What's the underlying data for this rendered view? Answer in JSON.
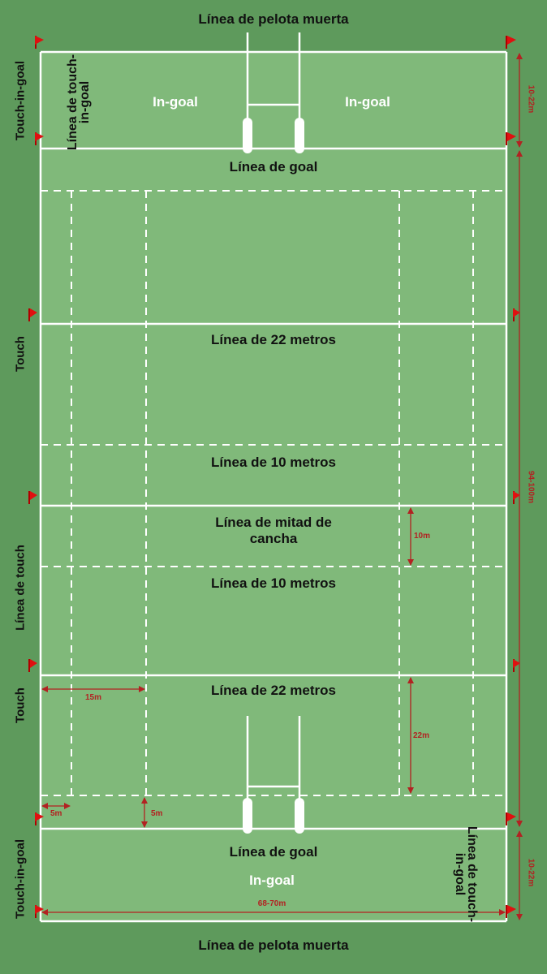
{
  "field": {
    "dead_ball_line": "Línea de pelota muerta",
    "goal_line": "Línea de goal",
    "in_goal": "In-goal",
    "line_22": "Línea de 22 metros",
    "line_10": "Línea de 10 metros",
    "halfway_line": "Línea de mitad de cancha",
    "touch_in_goal_line": "Línea de touch-in-goal",
    "touch_in_goal": "Touch-in-goal",
    "touch": "Touch",
    "touch_line": "Línea de touch"
  },
  "measurements": {
    "in_goal_depth": "10-22m",
    "field_length": "94-100m",
    "width": "68-70m",
    "halfway_to_10": "10m",
    "m15": "15m",
    "m22": "22m",
    "m5_a": "5m",
    "m5_b": "5m"
  },
  "colors": {
    "surround": "#5e9a5c",
    "field": "#80b97a",
    "lines": "#ffffff",
    "flags": "#e01010",
    "measure": "#b22222"
  }
}
